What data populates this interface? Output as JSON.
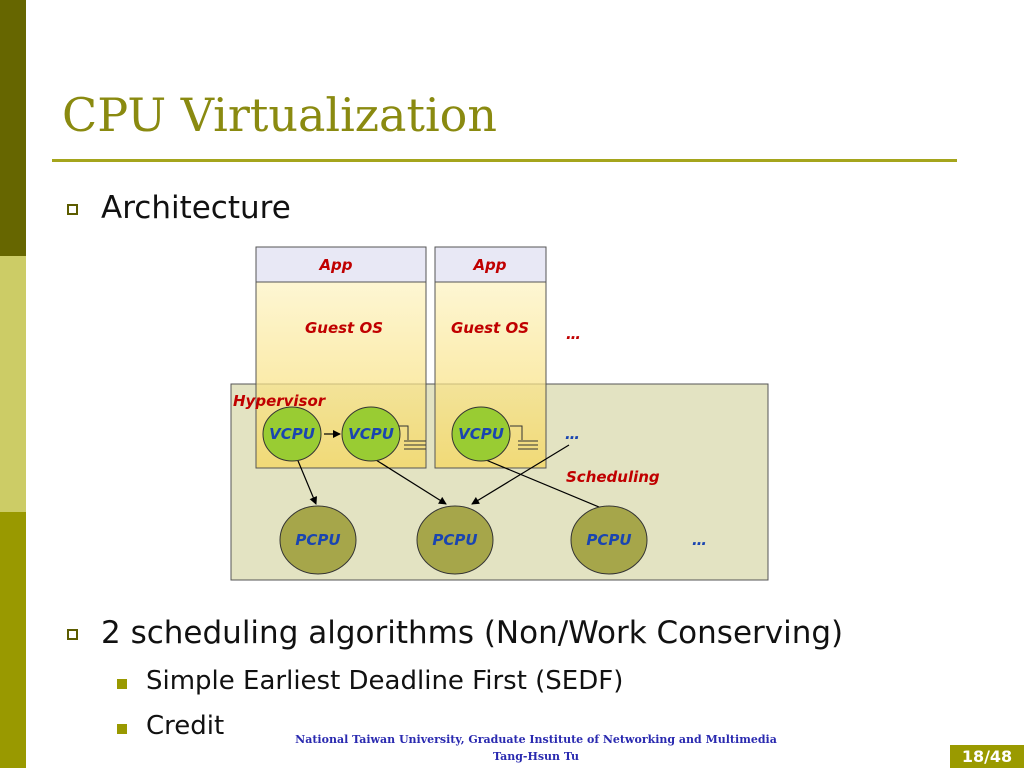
{
  "slide": {
    "title": "CPU Virtualization",
    "bullets": [
      {
        "text": "Architecture"
      },
      {
        "text": "2 scheduling algorithms (Non/Work Conserving)",
        "sub": [
          "Simple Earliest Deadline First (SEDF)",
          "Credit"
        ]
      }
    ],
    "footer": {
      "line1": "National Taiwan University, Graduate Institute of Networking and Multimedia",
      "line2": "Tang-Hsun Tu"
    },
    "page": "18/48"
  },
  "diagram": {
    "app_labels": [
      "App",
      "App"
    ],
    "guest_os_labels": [
      "Guest OS",
      "Guest OS"
    ],
    "hypervisor_label": "Hypervisor",
    "vcpu_labels": [
      "VCPU",
      "VCPU",
      "VCPU"
    ],
    "pcpu_labels": [
      "PCPU",
      "PCPU",
      "PCPU"
    ],
    "scheduling_label": "Scheduling",
    "ellipsis": "…",
    "colors": {
      "label_red": "#c00000",
      "label_blue": "#1a45b0",
      "vcpu_fill": "#99cc33",
      "pcpu_fill": "#a6a64a"
    }
  }
}
